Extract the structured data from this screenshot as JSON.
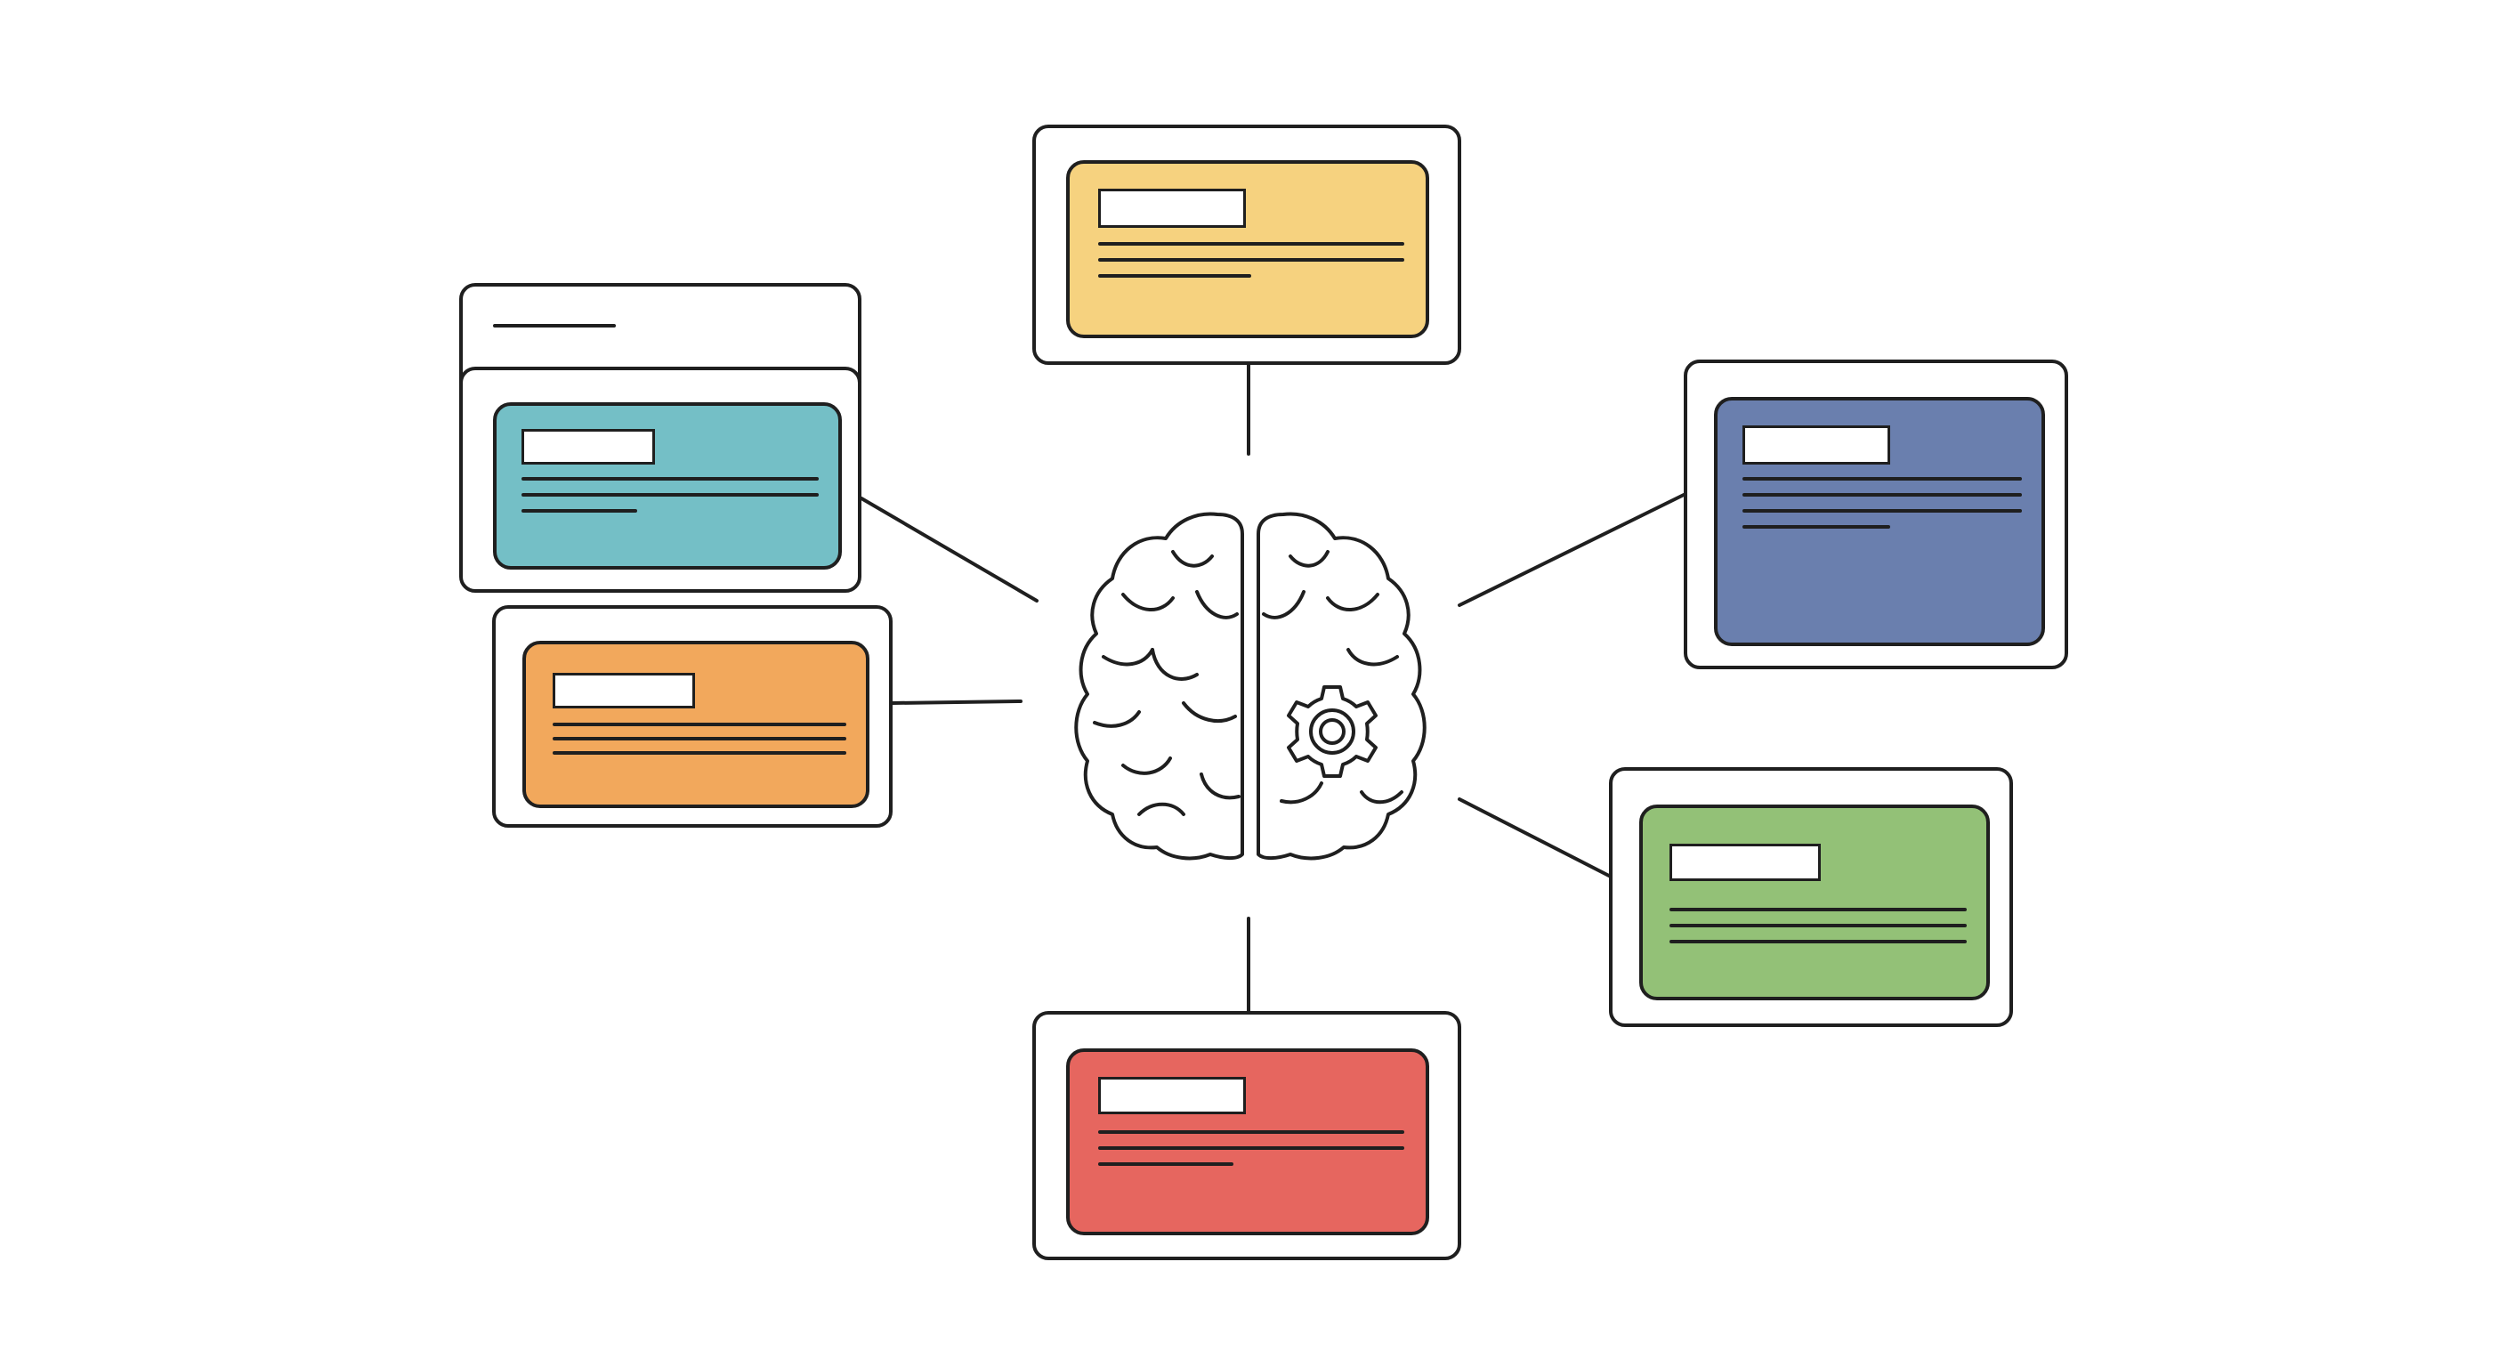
{
  "diagram": {
    "center_icon": "brain-with-gear-icon",
    "colors": {
      "stroke": "#1f1f1f",
      "yellow": "#f6d27f",
      "blue": "#6a7fae",
      "teal": "#74bfc6",
      "orange": "#f2a85c",
      "green": "#93c177",
      "red": "#e6665f"
    },
    "cards": [
      {
        "id": "yellow",
        "color_key": "yellow"
      },
      {
        "id": "blue",
        "color_key": "blue"
      },
      {
        "id": "teal",
        "color_key": "teal"
      },
      {
        "id": "orange",
        "color_key": "orange"
      },
      {
        "id": "green",
        "color_key": "green"
      },
      {
        "id": "red",
        "color_key": "red"
      }
    ]
  }
}
